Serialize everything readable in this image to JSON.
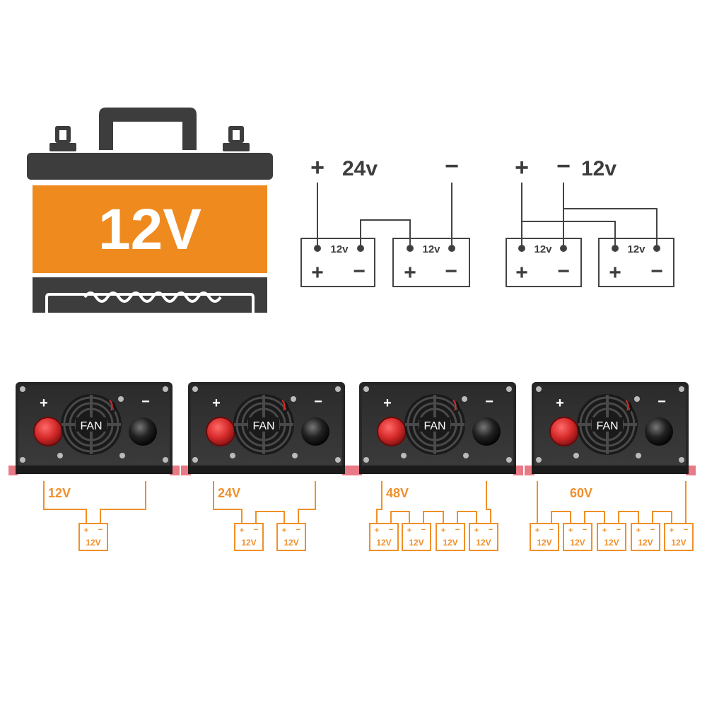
{
  "battery": {
    "label": "12V",
    "colors": {
      "body": "#ef8a1f",
      "dark": "#3d3d3d",
      "text": "#ffffff"
    }
  },
  "series_24v": {
    "plus": "+",
    "voltage": "24v",
    "minus": "−",
    "cells": [
      {
        "label": "12v",
        "plus": "+",
        "minus": "−"
      },
      {
        "label": "12v",
        "plus": "+",
        "minus": "−"
      }
    ]
  },
  "parallel_12v": {
    "plus": "+",
    "minus": "−",
    "voltage": "12v",
    "cells": [
      {
        "label": "12v",
        "plus": "+",
        "minus": "−"
      },
      {
        "label": "12v",
        "plus": "+",
        "minus": "−"
      }
    ]
  },
  "inverters": [
    {
      "plus": "+",
      "minus": "−",
      "fan": "FAN",
      "voltage": "12V",
      "battery_count": 1,
      "cell_label": "12V",
      "cell_plus": "+",
      "cell_minus": "−"
    },
    {
      "plus": "+",
      "minus": "−",
      "fan": "FAN",
      "voltage": "24V",
      "battery_count": 2,
      "cell_label": "12V",
      "cell_plus": "+",
      "cell_minus": "−"
    },
    {
      "plus": "+",
      "minus": "−",
      "fan": "FAN",
      "voltage": "48V",
      "battery_count": 4,
      "cell_label": "12V",
      "cell_plus": "+",
      "cell_minus": "−"
    },
    {
      "plus": "+",
      "minus": "−",
      "fan": "FAN",
      "voltage": "60V",
      "battery_count": 5,
      "cell_label": "12V",
      "cell_plus": "+",
      "cell_minus": "−"
    }
  ],
  "colors": {
    "wire": "#444444",
    "orange_wire": "#f0902a",
    "inverter_body": "#2a2a2a",
    "inverter_face": "#3a3a3a",
    "terminal_red": "#d62a2a",
    "terminal_black": "#1a1a1a"
  }
}
